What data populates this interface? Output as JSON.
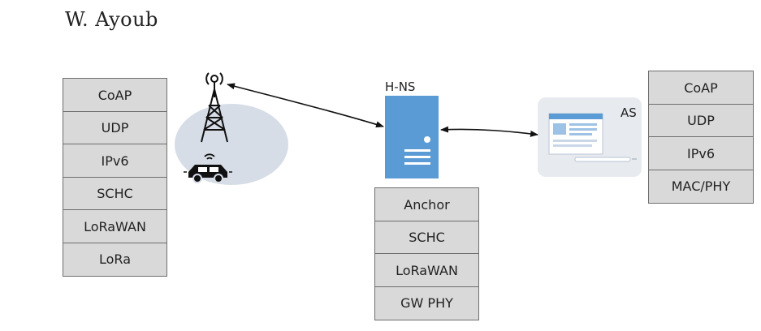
{
  "author": "W. Ayoub",
  "device_stack": [
    "CoAP",
    "UDP",
    "IPv6",
    "SCHC",
    "LoRaWAN",
    "LoRa"
  ],
  "hns": {
    "label": "H-NS",
    "stack": [
      "Anchor",
      "SCHC",
      "LoRaWAN",
      "GW PHY"
    ]
  },
  "as": {
    "label": "AS",
    "stack": [
      "CoAP",
      "UDP",
      "IPv6",
      "MAC/PHY"
    ]
  },
  "colors": {
    "layer_fill": "#d9d9d9",
    "layer_border": "#6e6e6e",
    "server_blue": "#5b9bd5",
    "cell_area": "#d6dde6",
    "app_panel": "#e7eaee"
  },
  "icons": [
    "cell-tower-icon",
    "car-icon",
    "server-icon",
    "application-window-icon"
  ]
}
